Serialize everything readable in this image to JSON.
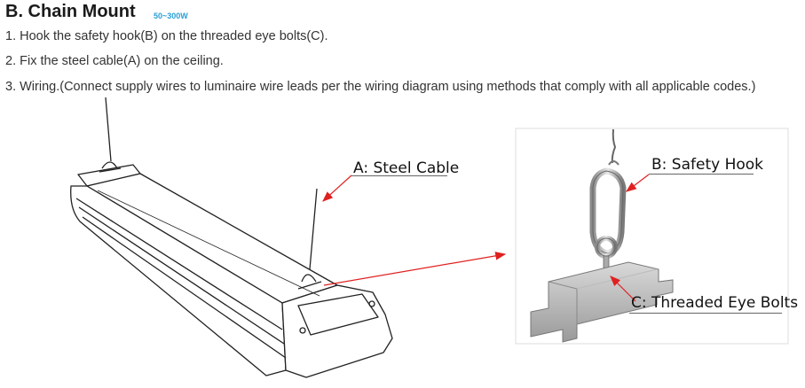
{
  "heading": {
    "title": "B. Chain Mount",
    "wattage": "50~300W"
  },
  "steps": [
    "1. Hook the safety hook(B) on the threaded eye bolts(C).",
    "2. Fix the steel cable(A) on the ceiling.",
    "3. Wiring.(Connect supply wires to luminaire wire leads per the wiring diagram using methods that comply with all applicable codes.)"
  ],
  "callouts": {
    "steel_cable": "A: Steel Cable",
    "safety_hook": "B: Safety Hook",
    "eye_bolts": "C: Threaded Eye Bolts"
  },
  "colors": {
    "wattage_text": "#2a9fd6",
    "arrow": "#e02020",
    "outline": "#222222"
  }
}
